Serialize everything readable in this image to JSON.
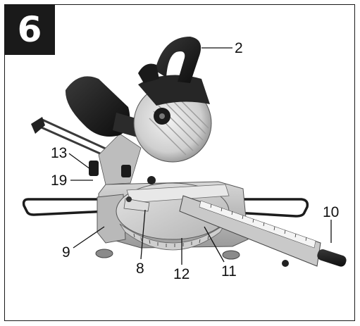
{
  "figure": {
    "number": "6"
  },
  "callouts": [
    {
      "id": "2",
      "label": "2"
    },
    {
      "id": "13",
      "label": "13"
    },
    {
      "id": "19",
      "label": "19"
    },
    {
      "id": "10",
      "label": "10"
    },
    {
      "id": "9",
      "label": "9"
    },
    {
      "id": "8",
      "label": "8"
    },
    {
      "id": "12",
      "label": "12"
    },
    {
      "id": "11",
      "label": "11"
    }
  ]
}
